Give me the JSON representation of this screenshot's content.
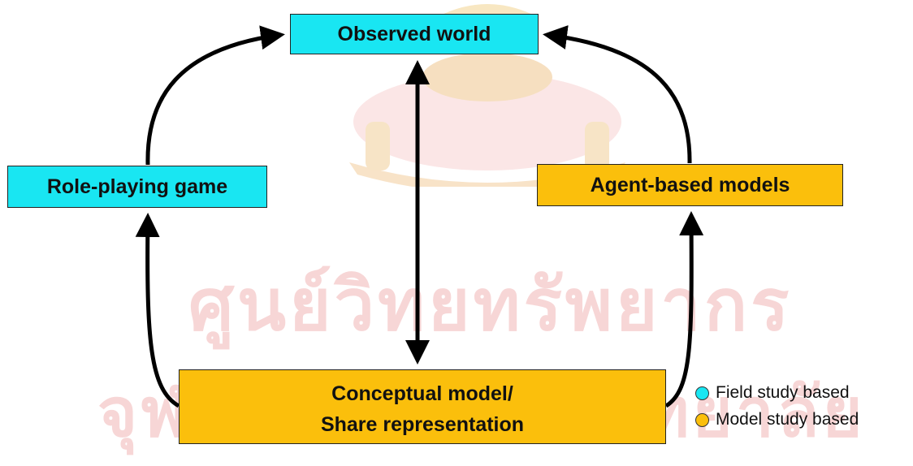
{
  "diagram": {
    "nodes": {
      "observed_world": "Observed world",
      "role_playing_game": "Role-playing game",
      "agent_based_models": "Agent-based models",
      "conceptual_model_line1": "Conceptual model/",
      "conceptual_model_line2": "Share representation"
    },
    "edges": [
      {
        "from": "role_playing_game",
        "to": "observed_world"
      },
      {
        "from": "agent_based_models",
        "to": "observed_world"
      },
      {
        "from": "conceptual_model",
        "to": "role_playing_game"
      },
      {
        "from": "conceptual_model",
        "to": "agent_based_models"
      },
      {
        "from": "observed_world",
        "to": "conceptual_model",
        "bidirectional": true
      }
    ],
    "legend": [
      {
        "label": "Field study based",
        "color": "#19e6f2"
      },
      {
        "label": "Model study based",
        "color": "#fbbf0c"
      }
    ]
  },
  "watermark": {
    "line1": "ศูนย์วิทยทรัพยากร",
    "line2": "จุฬาลงกรณ์มหาวิทยาลัย"
  },
  "colors": {
    "field": "#19e6f2",
    "model": "#fbbf0c",
    "arrow": "#000000"
  }
}
